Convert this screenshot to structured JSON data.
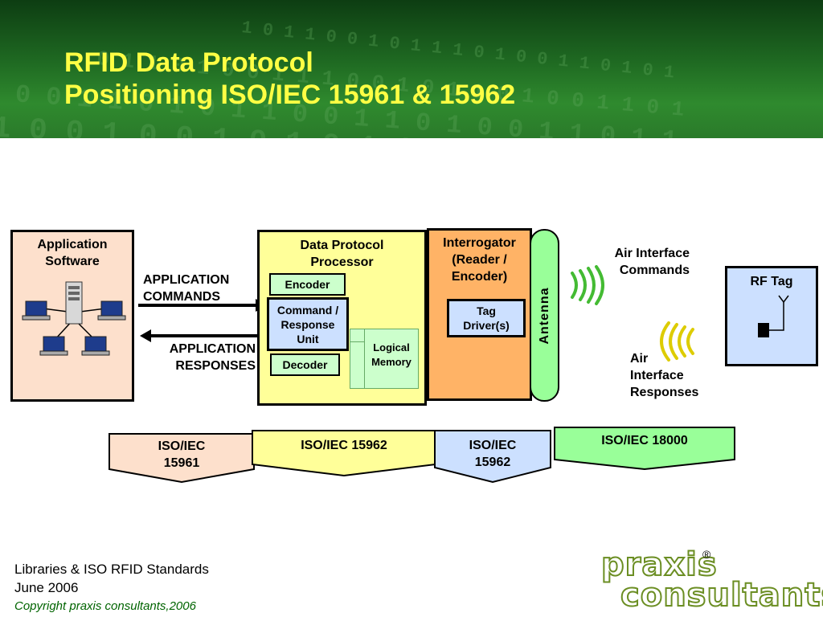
{
  "header": {
    "title_line1": "RFID Data Protocol",
    "title_line2": "Positioning ISO/IEC 15961 & 15962",
    "background_color": "#2e7d32",
    "title_color": "#ffff44"
  },
  "diagram": {
    "application_software": {
      "label_line1": "Application",
      "label_line2": "Software",
      "color": "#fde0cc"
    },
    "application_commands": {
      "line1": "APPLICATION",
      "line2": "COMMANDS"
    },
    "application_responses": {
      "line1": "APPLICATION",
      "line2": "RESPONSES"
    },
    "data_protocol_processor": {
      "title_line1": "Data Protocol",
      "title_line2": "Processor",
      "color": "#ffff99",
      "encoder": "Encoder",
      "command_response_line1": "Command /",
      "command_response_line2": "Response",
      "command_response_line3": "Unit",
      "decoder": "Decoder",
      "logical_memory_line1": "Logical",
      "logical_memory_line2": "Memory"
    },
    "interrogator": {
      "line1": "Interrogator",
      "line2": "(Reader /",
      "line3": "Encoder)",
      "color": "#ffb366",
      "tag_driver_line1": "Tag",
      "tag_driver_line2": "Driver(s)"
    },
    "antenna": {
      "label": "Antenna",
      "color": "#99ff99"
    },
    "air_interface_commands": {
      "line1": "Air Interface",
      "line2": "Commands"
    },
    "air_interface_responses": {
      "line1": "Air",
      "line2": "Interface",
      "line3": "Responses"
    },
    "rf_tag": {
      "label": "RF Tag",
      "color": "#cce0ff"
    }
  },
  "standards": [
    {
      "line1": "ISO/IEC",
      "line2": "15961",
      "color": "#fde0cc"
    },
    {
      "line1": "ISO/IEC 15962",
      "line2": "",
      "color": "#ffff99"
    },
    {
      "line1": "ISO/IEC",
      "line2": "15962",
      "color": "#cce0ff"
    },
    {
      "line1": "ISO/IEC 18000",
      "line2": "",
      "color": "#99ff99"
    }
  ],
  "footer": {
    "line1": "Libraries & ISO RFID Standards",
    "line2": "June 2006",
    "copyright": "Copyright praxis consultants,2006",
    "logo_text_line1": "praxis",
    "logo_text_line2": "consultants",
    "logo_mark": "®"
  }
}
